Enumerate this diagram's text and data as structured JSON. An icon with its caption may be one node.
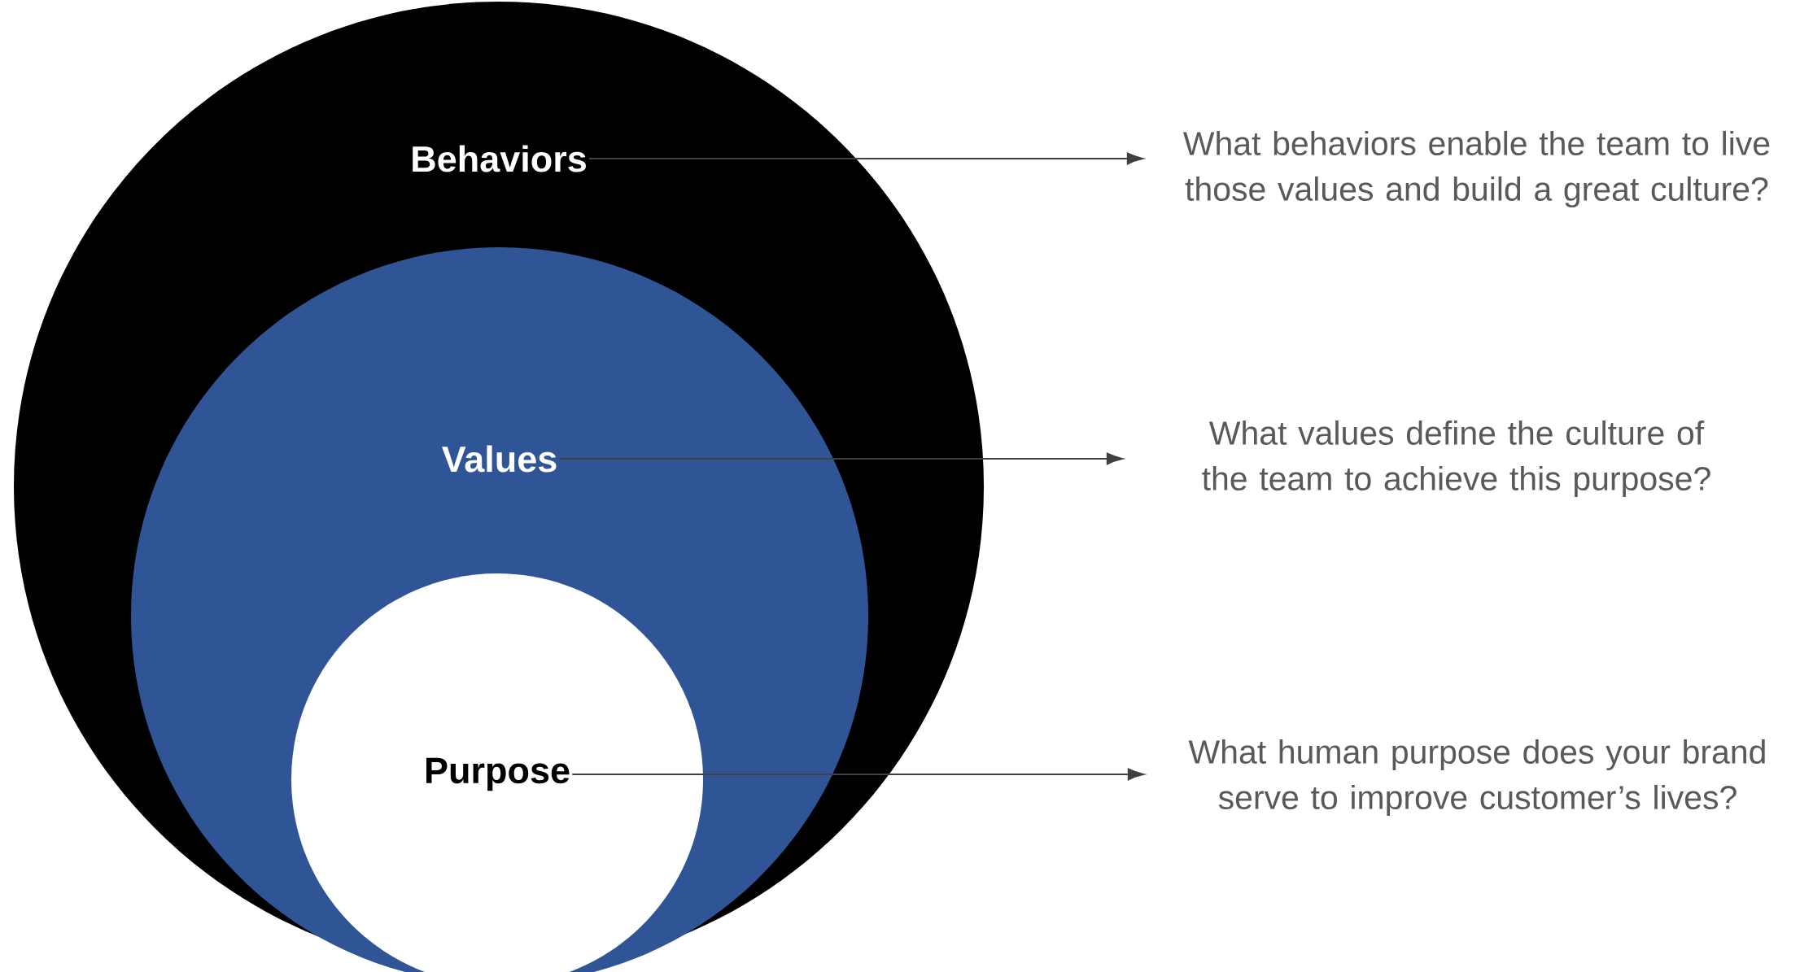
{
  "diagram": {
    "nodes": [
      {
        "text": [],
        "shape": "circle"
      },
      {
        "text": [
          "Behaviors"
        ],
        "in": 0
      },
      {
        "text": [],
        "shape": "circle",
        "in": 0
      },
      {
        "text": [
          "Values"
        ],
        "in": 2
      },
      {
        "text": [],
        "shape": "circle",
        "in": 2
      },
      {
        "text": [
          "Purpose"
        ],
        "in": 4
      },
      {
        "text": [
          "What behaviors enable the team to live those values and build a great culture?"
        ]
      },
      {
        "text": [
          "What values define the culture of the team to achieve this purpose?"
        ]
      },
      {
        "text": [
          "What human purpose does your brand serve to improve customer’s lives?"
        ]
      }
    ],
    "edges": [
      {
        "from": 1,
        "to": 6,
        "arrow": "to"
      },
      {
        "from": 3,
        "to": 7,
        "arrow": "to"
      },
      {
        "from": 5,
        "to": 8,
        "arrow": "to"
      }
    ]
  }
}
